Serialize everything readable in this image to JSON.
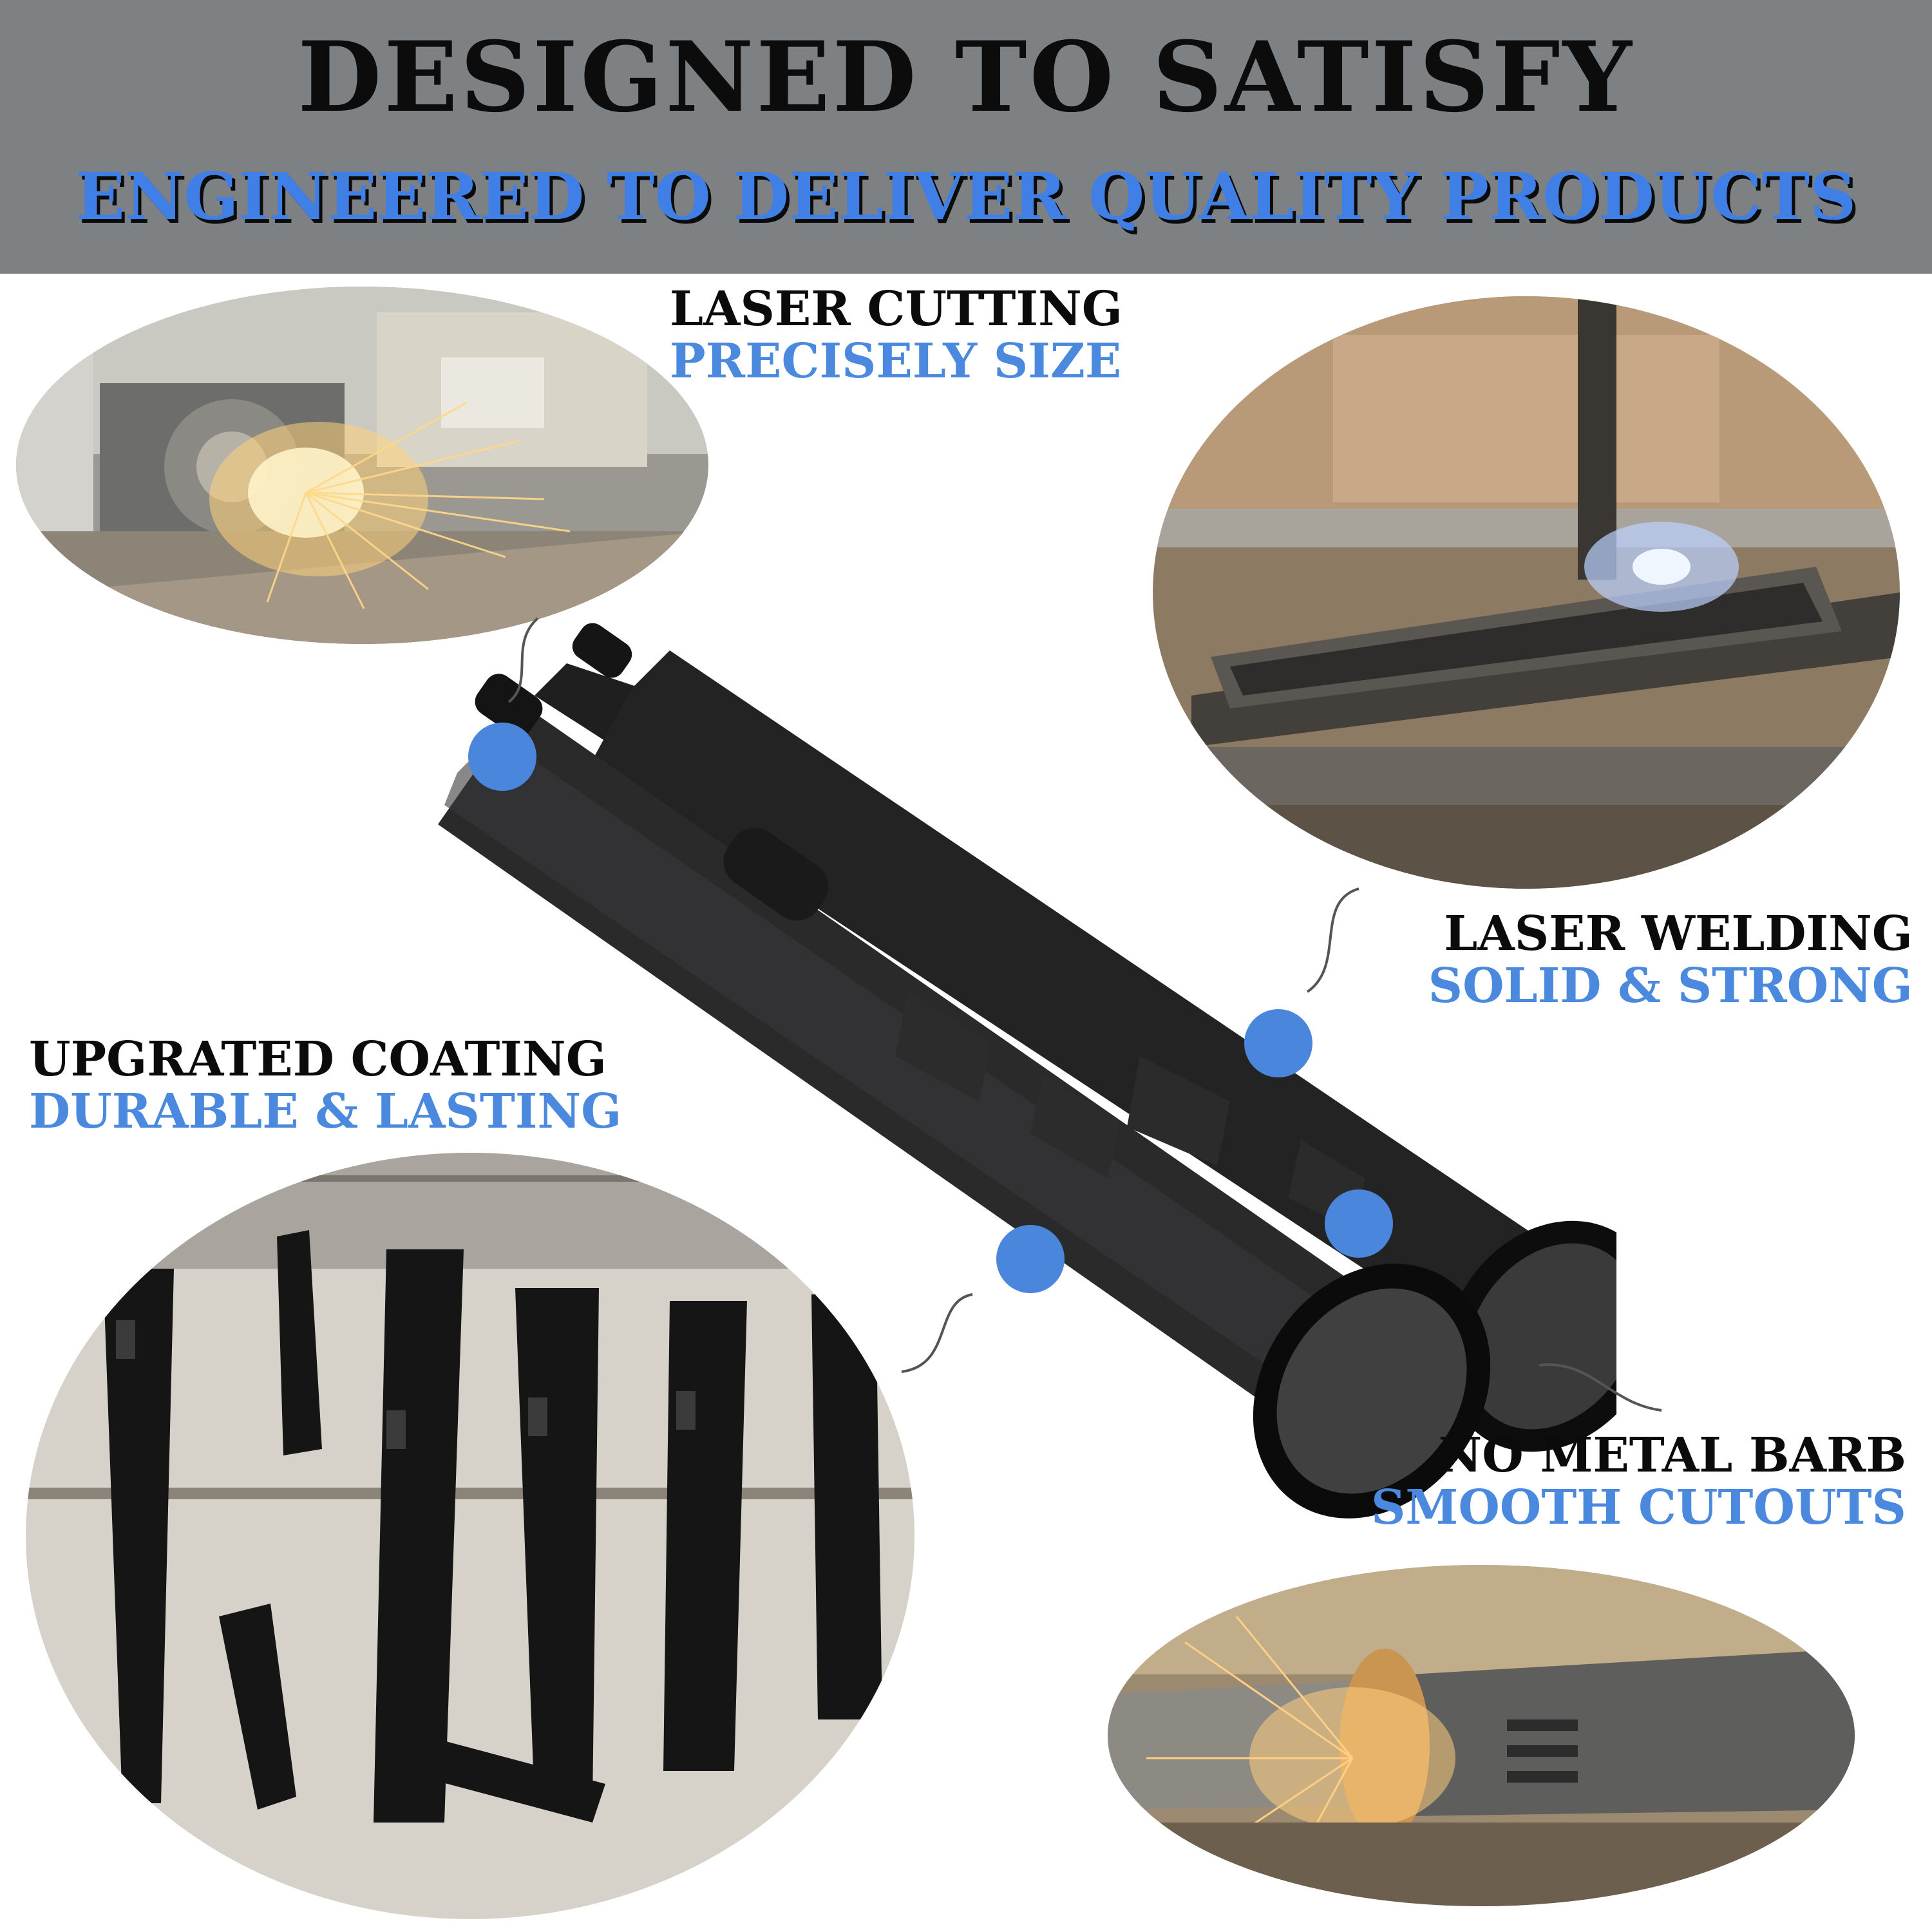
{
  "headline": "DESIGNED TO SATISFY",
  "subheadline": "ENGINEERED TO DELIVER QUALITY PRODUCTS",
  "features": {
    "laser_cutting": {
      "title": "LASER CUTTING",
      "subtitle": "PRECISELY SIZE"
    },
    "laser_welding": {
      "title": "LASER WELDING",
      "subtitle": "SOLID & STRONG"
    },
    "coating": {
      "title": "UPGRATED COATING",
      "subtitle": "DURABLE & LASTING"
    },
    "no_barb": {
      "title": "NO METAL BARB",
      "subtitle": "SMOOTH CUTOUTS"
    }
  },
  "colors": {
    "banner": "#7d8184",
    "accent_blue": "#4b89df",
    "dot_blue": "#4a86dc",
    "text_dark": "#0b0b0b"
  }
}
